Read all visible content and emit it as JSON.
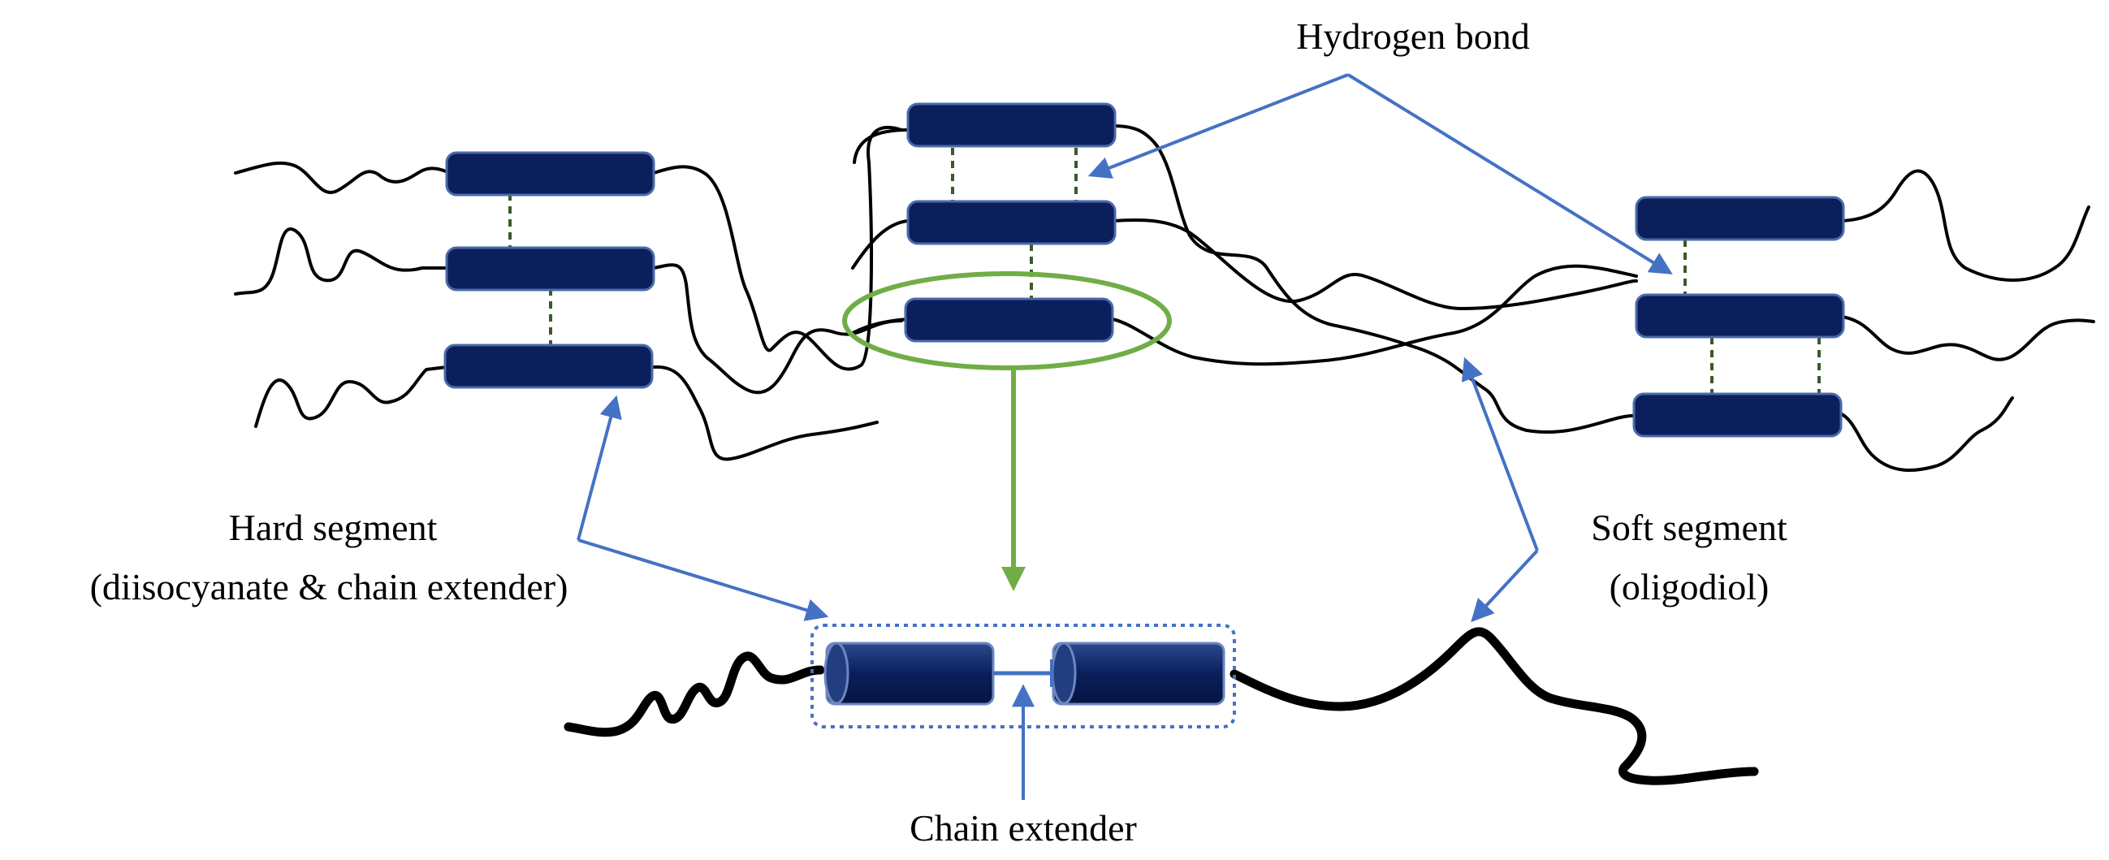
{
  "colors": {
    "segment_fill": "#0a1f5c",
    "segment_stroke": "#4a6aa8",
    "hydrogen_bond": "#3d5a2a",
    "arrow_blue": "#4472c4",
    "highlight_green": "#70ad47",
    "chain": "#000000"
  },
  "labels": {
    "hydrogen_bond": "Hydrogen bond",
    "hard_segment_line1": "Hard segment",
    "hard_segment_line2": "(diisocyanate & chain extender)",
    "soft_segment_line1": "Soft segment",
    "soft_segment_line2": "(oligodiol)",
    "chain_extender": "Chain extender"
  }
}
